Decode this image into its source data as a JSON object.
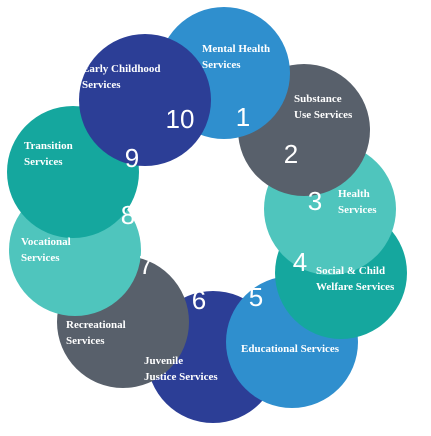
{
  "services": [
    {
      "number": "1",
      "label_lines": [
        "Mental Health",
        "Services"
      ],
      "color": "#2f8fce"
    },
    {
      "number": "2",
      "label_lines": [
        "Substance",
        "Use Services"
      ],
      "color": "#58606b"
    },
    {
      "number": "3",
      "label_lines": [
        "Health",
        "Services"
      ],
      "color": "#4fc5bd"
    },
    {
      "number": "4",
      "label_lines": [
        "Social & Child",
        "Welfare Services"
      ],
      "color": "#15a79e"
    },
    {
      "number": "5",
      "label_lines": [
        "Educational Services"
      ],
      "color": "#2f8fce"
    },
    {
      "number": "6",
      "label_lines": [
        "Juvenile",
        "Justice Services"
      ],
      "color": "#2c3e96"
    },
    {
      "number": "7",
      "label_lines": [
        "Recreational",
        "Services"
      ],
      "color": "#58606b"
    },
    {
      "number": "8",
      "label_lines": [
        "Vocational",
        "Services"
      ],
      "color": "#4fc5bd"
    },
    {
      "number": "9",
      "label_lines": [
        "Transition",
        "Services"
      ],
      "color": "#15a79e"
    },
    {
      "number": "10",
      "label_lines": [
        "Early Childhood",
        "Services"
      ],
      "color": "#2c3e96"
    }
  ]
}
